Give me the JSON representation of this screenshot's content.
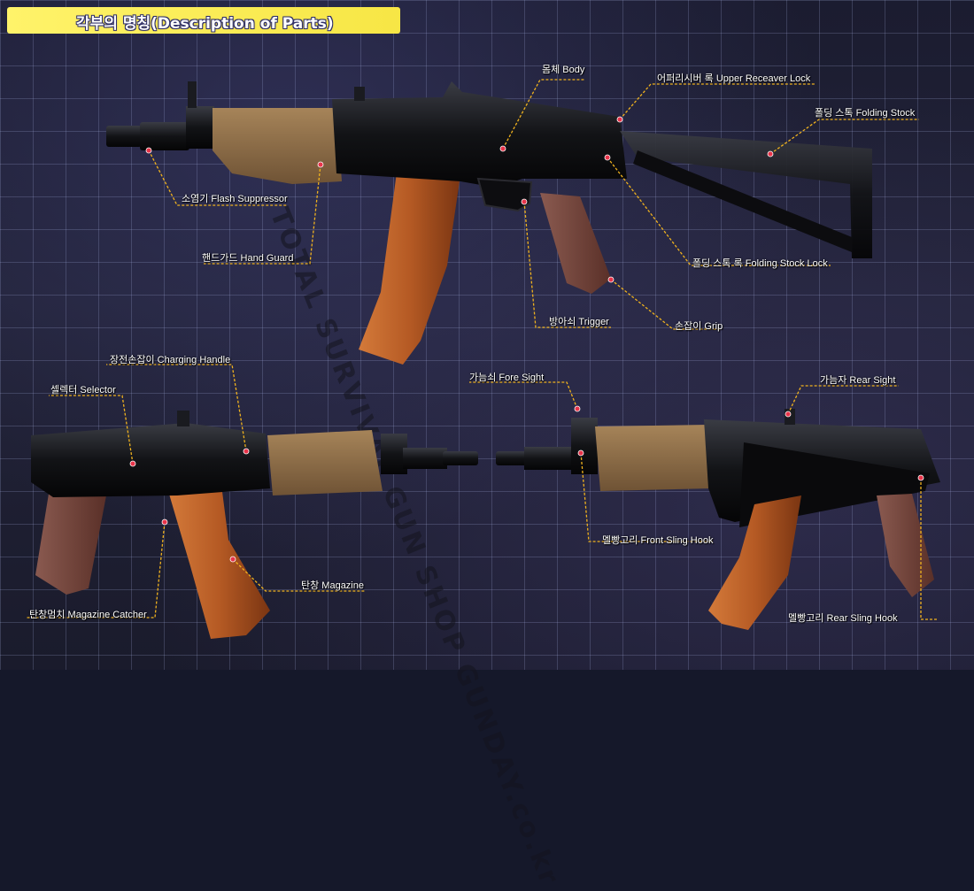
{
  "title": "각부의 명칭(Description of Parts)",
  "watermark": "TOTAL SURVIVAL GUN SHOP GUNDAY.co.kr",
  "colors": {
    "title_bg": "#f7e645",
    "leader_line": "#f0b21e",
    "marker": "#e8344a",
    "handguard": "#8a6a45",
    "magazine": "#b55a24",
    "grip": "#6e4038",
    "metal": "#141416"
  },
  "labels": {
    "body": "몸체 Body",
    "upper_receiver_lock": "어퍼리시버 록 Upper Receaver Lock",
    "folding_stock": "폴딩 스톡 Folding Stock",
    "flash_suppressor": "소염기 Flash Suppressor",
    "hand_guard": "핸드가드 Hand Guard",
    "folding_stock_lock": "폴딩 스톡 록 Folding Stock Lock",
    "trigger": "방아쇠 Trigger",
    "grip": "손잡이 Grip",
    "charging_handle": "장전손잡이 Charging Handle",
    "selector": "셀렉터 Selector",
    "fore_sight": "가늠쇠 Fore Sight",
    "rear_sight": "가늠자 Rear Sight",
    "front_sling_hook": "멜빵고리 Front Sling Hook",
    "magazine": "탄창 Magazine",
    "magazine_catcher": "탄창멈치 Magazine Catcher",
    "rear_sling_hook": "멜빵고리 Rear Sling Hook"
  }
}
